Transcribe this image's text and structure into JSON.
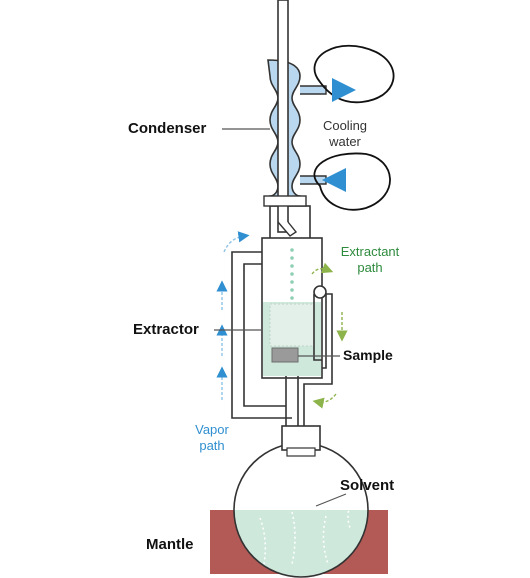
{
  "labels": {
    "condenser": "Condenser",
    "cooling_water_line1": "Cooling",
    "cooling_water_line2": "water",
    "extractant_path_line1": "Extractant",
    "extractant_path_line2": "path",
    "extractor": "Extractor",
    "sample": "Sample",
    "vapor_path_line1": "Vapor",
    "vapor_path_line2": "path",
    "solvent": "Solvent",
    "mantle": "Mantle"
  },
  "colors": {
    "glass_outline": "#333333",
    "condenser_water": "#b9d7ee",
    "solvent": "#cfe8dc",
    "mantle": "#b35a57",
    "flow_arrow": "#2f8fd0",
    "extractant_arrow": "#8db44a",
    "extractant_text": "#2e8b3e",
    "vapor_text": "#2f8fd0"
  }
}
